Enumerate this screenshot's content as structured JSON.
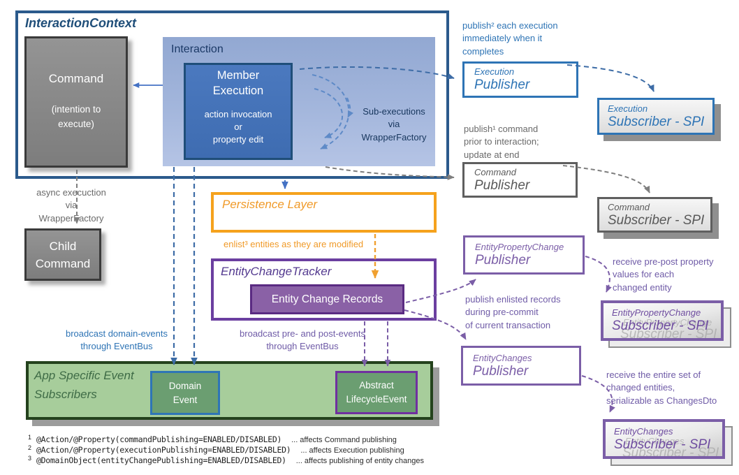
{
  "interaction_context": {
    "title": "InteractionContext",
    "command": {
      "title": "Command",
      "subtitle": "(intention to\nexecute)"
    },
    "interaction": {
      "title": "Interaction",
      "member_execution": {
        "title": "Member\nExecution",
        "body": "action invocation\nor\nproperty edit"
      },
      "sub_executions_label": "Sub-executions\nvia\nWrapperFactory"
    }
  },
  "child_command": {
    "label": "Child\nCommand",
    "note": "async execuction\nvia\nWrapperFactory"
  },
  "persistence_layer": {
    "title": "Persistence Layer",
    "enlist_note": "enlist³ entities as they are modified"
  },
  "entity_change_tracker": {
    "title": "EntityChangeTracker",
    "records_label": "Entity Change Records"
  },
  "event_subscribers": {
    "title": "App Specific Event\nSubscribers",
    "domain_event": "Domain\nEvent",
    "lifecycle_event": "Abstract\nLifecycleEvent"
  },
  "edge_labels": {
    "broadcast_domain": "broadcast domain-events\nthrough EventBus",
    "broadcast_prepost": "broadcast pre- and post-events\nthrough EventBus"
  },
  "publishers": {
    "execution": {
      "type": "Execution",
      "role": "Publisher",
      "note": "publish² each execution\nimmediately when it\ncompletes"
    },
    "command": {
      "type": "Command",
      "role": "Publisher",
      "note": "publish¹ command\nprior to interaction;\nupdate at end"
    },
    "entity_property_change": {
      "type": "EntityPropertyChange",
      "role": "Publisher",
      "note": "publish enlisted records\nduring pre-commit\nof current transaction"
    },
    "entity_changes": {
      "type": "EntityChanges",
      "role": "Publisher"
    }
  },
  "subscribers": {
    "execution": {
      "type": "Execution",
      "role": "Subscriber - SPI"
    },
    "command": {
      "type": "Command",
      "role": "Subscriber - SPI"
    },
    "entity_property_change": {
      "type": "EntityPropertyChange",
      "role": "Subscriber - SPI",
      "note": "receive pre-post property\nvalues for each\nchanged entity"
    },
    "entity_changes": {
      "type": "EntityChanges",
      "role": "Subscriber - SPI",
      "note": "receive the entire set of\nchanged entities,\nserializable as ChangesDto"
    }
  },
  "footnotes": [
    {
      "sup": "1",
      "code": "@Action/@Property(commandPublishing=ENABLED/DISABLED)",
      "text": "... affects Command publishing"
    },
    {
      "sup": "2",
      "code": "@Action/@Property(executionPublishing=ENABLED/DISABLED)",
      "text": "... affects Execution publishing"
    },
    {
      "sup": "3",
      "code": "@DomainObject(entityChangePublishing=ENABLED/DISABLED)",
      "text": "... affects publishing of entity changes"
    }
  ],
  "colors": {
    "navy_border": "#2B5A8C",
    "navy_text": "#1F4E79",
    "steel_blue": "#4472C4",
    "blue_accent": "#2E74B5",
    "light_blue_fill": "#A3B6DC",
    "member_fill": "#4472BC",
    "gray_fill": "#898989",
    "gray_accent": "#5F5F5F",
    "orange_accent": "#F5A21D",
    "purple_border": "#7030A0",
    "purple_soft": "#7B5EA7",
    "records_fill": "#8A61A6",
    "green_fill": "#A7CD9B",
    "green_border": "#24421D",
    "sage_fill": "#6B9E71"
  }
}
